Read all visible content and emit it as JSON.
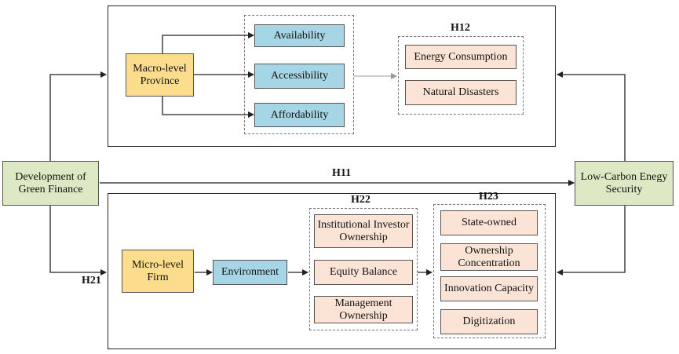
{
  "nodes": {
    "green_finance": "Development of Green Finance",
    "energy_security": "Low-Carbon Enegy Security",
    "macro": "Macro-level Province",
    "availability": "Availability",
    "accessibility": "Accessibility",
    "affordability": "Affordability",
    "energy_consumption": "Energy Consumption",
    "natural_disasters": "Natural Disasters",
    "micro": "Micro-level Firm",
    "environment": "Environment",
    "institutional": "Institutional Investor Ownership",
    "equity_balance": "Equity Balance",
    "management": "Management Ownership",
    "state_owned": "State-owned",
    "ownership_concentration": "Ownership Concentration",
    "innovation_capacity": "Innovation Capacity",
    "digitization": "Digitization"
  },
  "hypotheses": {
    "h11": "H11",
    "h12": "H12",
    "h21": "H21",
    "h22": "H22",
    "h23": "H23"
  },
  "colors": {
    "macro_micro": "#fbdd8d",
    "dimension": "#a6d6e6",
    "moderator": "#fbe4d6",
    "endpoint": "#dde9c5"
  }
}
